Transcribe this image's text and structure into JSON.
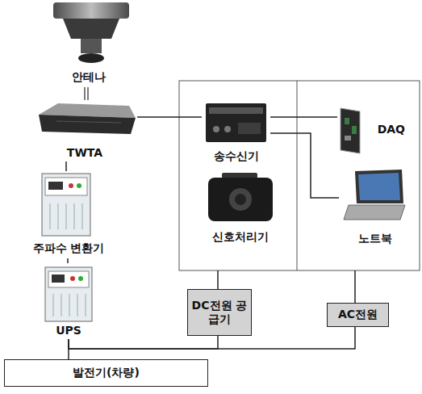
{
  "diagram": {
    "nodes": [
      {
        "text": [
          "안테나"
        ]
      },
      {
        "text": [
          "TWTA"
        ]
      },
      {
        "text": [
          "주파수 변환기"
        ]
      },
      {
        "text": [
          "UPS"
        ]
      },
      {
        "text": [
          "발전기(차량)"
        ]
      },
      {
        "text": [
          "송수신기"
        ]
      },
      {
        "text": [
          "신호처리기"
        ]
      },
      {
        "text": [
          "DAQ"
        ]
      },
      {
        "text": [
          "노트북"
        ]
      },
      {
        "text": [
          "DC전원 공급기"
        ]
      },
      {
        "text": [
          "AC전원"
        ]
      }
    ],
    "edges": [
      {
        "from": 0,
        "to": 1,
        "arrow": "none"
      },
      {
        "from": 1,
        "to": 2,
        "arrow": "none"
      },
      {
        "from": 2,
        "to": 3,
        "arrow": "none"
      },
      {
        "from": 3,
        "to": 4,
        "arrow": "none"
      },
      {
        "from": 1,
        "to": 5,
        "arrow": "none"
      },
      {
        "from": 5,
        "to": 7,
        "arrow": "none"
      },
      {
        "from": 5,
        "to": 8,
        "arrow": "none"
      },
      {
        "from": 3,
        "to": 9,
        "arrow": "none"
      },
      {
        "from": 3,
        "to": 10,
        "arrow": "none"
      }
    ]
  }
}
